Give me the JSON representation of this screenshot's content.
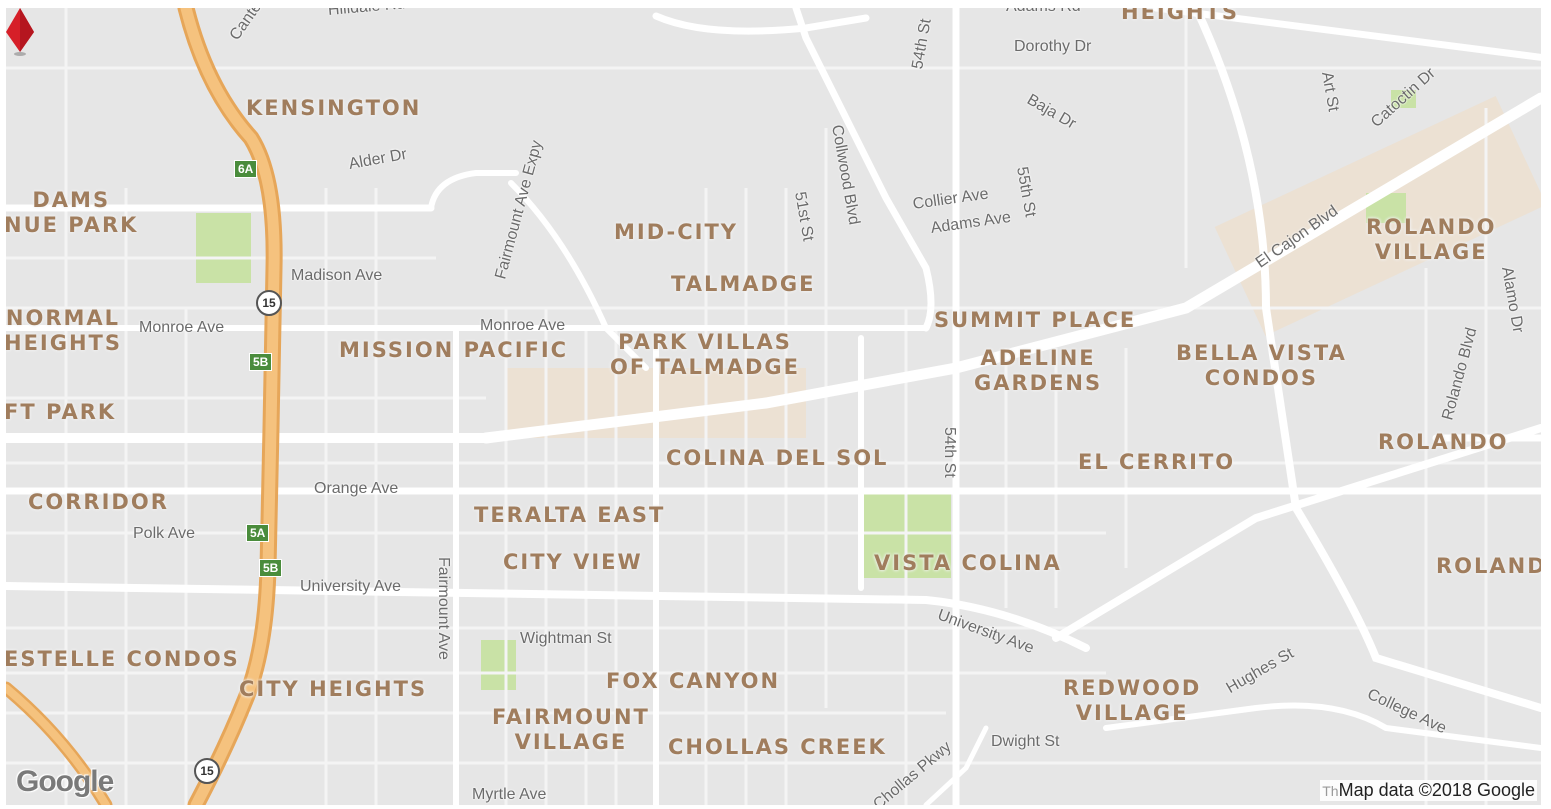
{
  "map": {
    "neighborhoods": [
      {
        "id": "heights-top",
        "text": "HEIGHTS"
      },
      {
        "id": "kensington",
        "text": "KENSINGTON"
      },
      {
        "id": "adams-park",
        "text": "DAMS\nNUE PARK"
      },
      {
        "id": "mid-city",
        "text": "MID-CITY"
      },
      {
        "id": "talmadge",
        "text": "TALMADGE"
      },
      {
        "id": "normal-heights",
        "text": "NORMAL\nHEIGHTS"
      },
      {
        "id": "mission-pacific",
        "text": "MISSION PACIFIC"
      },
      {
        "id": "park-villas",
        "text": "PARK VILLAS\nOF TALMADGE"
      },
      {
        "id": "summit-place",
        "text": "SUMMIT PLACE"
      },
      {
        "id": "adeline-gardens",
        "text": "ADELINE\nGARDENS"
      },
      {
        "id": "bella-vista",
        "text": "BELLA VISTA\nCONDOS"
      },
      {
        "id": "rolando-village",
        "text": "ROLANDO\nVILLAGE"
      },
      {
        "id": "ft-park",
        "text": "FT PARK"
      },
      {
        "id": "rolando",
        "text": "ROLANDO"
      },
      {
        "id": "colina-del-sol",
        "text": "COLINA DEL SOL"
      },
      {
        "id": "el-cerrito",
        "text": "EL CERRITO"
      },
      {
        "id": "corridor",
        "text": "CORRIDOR"
      },
      {
        "id": "teralta-east",
        "text": "TERALTA EAST"
      },
      {
        "id": "city-view",
        "text": "CITY VIEW"
      },
      {
        "id": "vista-colina",
        "text": "VISTA COLINA"
      },
      {
        "id": "roland-cut",
        "text": "ROLAND"
      },
      {
        "id": "estelle-condos",
        "text": "ESTELLE CONDOS"
      },
      {
        "id": "city-heights",
        "text": "CITY HEIGHTS"
      },
      {
        "id": "fox-canyon",
        "text": "FOX CANYON"
      },
      {
        "id": "redwood-village",
        "text": "REDWOOD\nVILLAGE"
      },
      {
        "id": "fairmount-village",
        "text": "FAIRMOUNT\nVILLAGE"
      },
      {
        "id": "chollas-creek",
        "text": "CHOLLAS CREEK"
      }
    ],
    "streets": [
      {
        "id": "hilldale-rd",
        "text": "Hilldale Rd"
      },
      {
        "id": "canterbury",
        "text": "Cante"
      },
      {
        "id": "adams-rd-top",
        "text": "Adams Rd"
      },
      {
        "id": "54th-st-top",
        "text": "54th St"
      },
      {
        "id": "dorothy-dr",
        "text": "Dorothy Dr"
      },
      {
        "id": "art-st",
        "text": "Art St"
      },
      {
        "id": "catoctin-dr",
        "text": "Catoctin Dr"
      },
      {
        "id": "baja-dr",
        "text": "Baja Dr"
      },
      {
        "id": "alder-dr",
        "text": "Alder Dr"
      },
      {
        "id": "fairmount-ave-expy",
        "text": "Fairmount Ave Expy"
      },
      {
        "id": "collwood-blvd",
        "text": "Collwood Blvd"
      },
      {
        "id": "55th-st",
        "text": "55th St"
      },
      {
        "id": "51st-st",
        "text": "51st St"
      },
      {
        "id": "collier-ave",
        "text": "Collier Ave"
      },
      {
        "id": "adams-ave",
        "text": "Adams Ave"
      },
      {
        "id": "el-cajon-blvd",
        "text": "El Cajon Blvd"
      },
      {
        "id": "alamo-dr",
        "text": "Alamo Dr"
      },
      {
        "id": "madison-ave",
        "text": "Madison Ave"
      },
      {
        "id": "rolando-blvd",
        "text": "Rolando Blvd"
      },
      {
        "id": "monroe-ave-west",
        "text": "Monroe Ave"
      },
      {
        "id": "monroe-ave-east",
        "text": "Monroe Ave"
      },
      {
        "id": "54th-st",
        "text": "54th St"
      },
      {
        "id": "orange-ave",
        "text": "Orange Ave"
      },
      {
        "id": "fairmount-ave",
        "text": "Fairmount Ave"
      },
      {
        "id": "polk-ave",
        "text": "Polk Ave"
      },
      {
        "id": "university-ave-west",
        "text": "University Ave"
      },
      {
        "id": "university-ave-east",
        "text": "University Ave"
      },
      {
        "id": "wightman-st",
        "text": "Wightman St"
      },
      {
        "id": "hughes-st",
        "text": "Hughes St"
      },
      {
        "id": "college-ave",
        "text": "College Ave"
      },
      {
        "id": "dwight-st",
        "text": "Dwight St"
      },
      {
        "id": "chollas-pkwy",
        "text": "Chollas Pkwy"
      },
      {
        "id": "myrtle-ave",
        "text": "Myrtle Ave"
      }
    ],
    "shields": [
      {
        "id": "exit-6a",
        "text": "6A"
      },
      {
        "id": "exit-5b-top",
        "text": "5B"
      },
      {
        "id": "exit-5a",
        "text": "5A"
      },
      {
        "id": "exit-5b",
        "text": "5B"
      },
      {
        "id": "route-15-top",
        "text": "15"
      },
      {
        "id": "route-15-bottom",
        "text": "15"
      }
    ],
    "logo": "Google",
    "attribution_cut": "Th",
    "attribution": "Map data ©2018 Google",
    "colors": {
      "background": "#e6e6e6",
      "road": "#ffffff",
      "freeway": "#f2b463",
      "park": "#c9e2a6",
      "commercial": "#f1dcc3",
      "marker": "#d61f28",
      "neighborhood_text": "#a07d5d",
      "street_text": "#6b6b6b"
    }
  }
}
